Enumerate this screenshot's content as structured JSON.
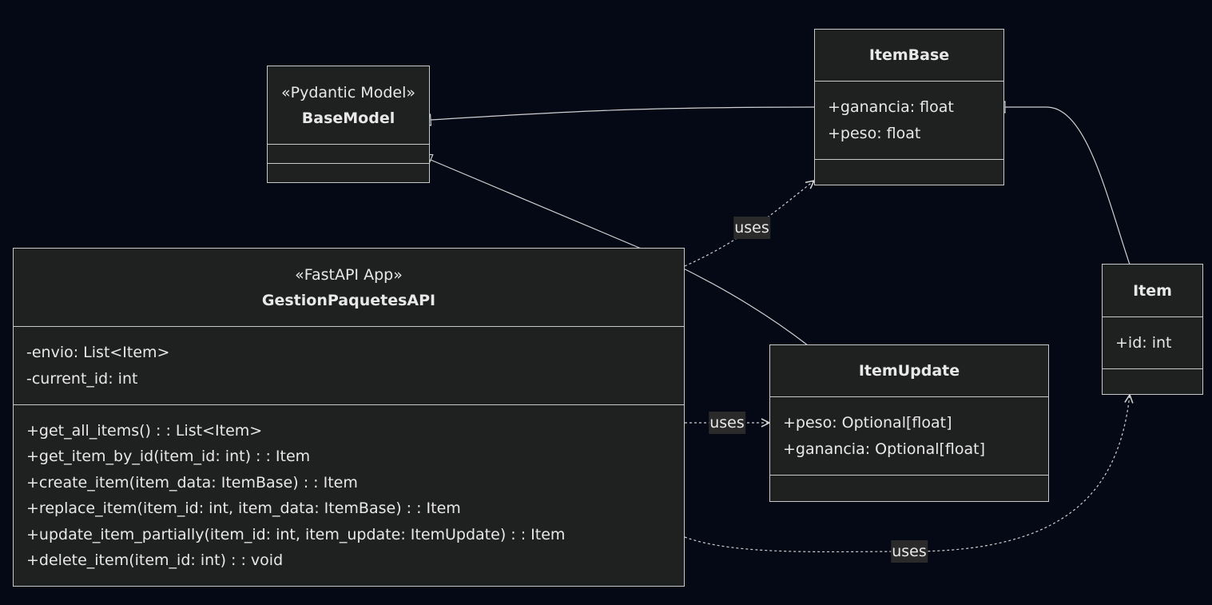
{
  "classes": {
    "basemodel": {
      "stereotype": "«Pydantic Model»",
      "name": "BaseModel",
      "attributes": [],
      "methods": []
    },
    "itembase": {
      "stereotype": "",
      "name": "ItemBase",
      "attributes": [
        "+ganancia: float",
        "+peso: float"
      ],
      "methods": []
    },
    "item": {
      "stereotype": "",
      "name": "Item",
      "attributes": [
        "+id: int"
      ],
      "methods": []
    },
    "itemupdate": {
      "stereotype": "",
      "name": "ItemUpdate",
      "attributes": [
        "+peso: Optional[float]",
        "+ganancia: Optional[float]"
      ],
      "methods": []
    },
    "api": {
      "stereotype": "«FastAPI App»",
      "name": "GestionPaquetesAPI",
      "attributes": [
        "-envio: List<Item>",
        "-current_id: int"
      ],
      "methods": [
        "+get_all_items() : : List<Item>",
        "+get_item_by_id(item_id: int) : : Item",
        "+create_item(item_data: ItemBase) : : Item",
        "+replace_item(item_id: int, item_data: ItemBase) : : Item",
        "+update_item_partially(item_id: int, item_update: ItemUpdate) : : Item",
        "+delete_item(item_id: int) : : void"
      ]
    }
  },
  "relations": [
    {
      "type": "inheritance",
      "from": "ItemBase",
      "to": "BaseModel",
      "label": ""
    },
    {
      "type": "inheritance",
      "from": "ItemUpdate",
      "to": "BaseModel",
      "label": ""
    },
    {
      "type": "inheritance",
      "from": "Item",
      "to": "ItemBase",
      "label": ""
    },
    {
      "type": "dependency",
      "from": "GestionPaquetesAPI",
      "to": "ItemBase",
      "label": "uses"
    },
    {
      "type": "dependency",
      "from": "GestionPaquetesAPI",
      "to": "ItemUpdate",
      "label": "uses"
    },
    {
      "type": "dependency",
      "from": "GestionPaquetesAPI",
      "to": "Item",
      "label": "uses"
    }
  ],
  "colors": {
    "background": "#050916",
    "node_fill": "#1f2020",
    "node_border": "#c8c8c8",
    "edge": "#d0d0d0",
    "text": "#e8e8e8",
    "label_bg": "#2a2a2a"
  }
}
